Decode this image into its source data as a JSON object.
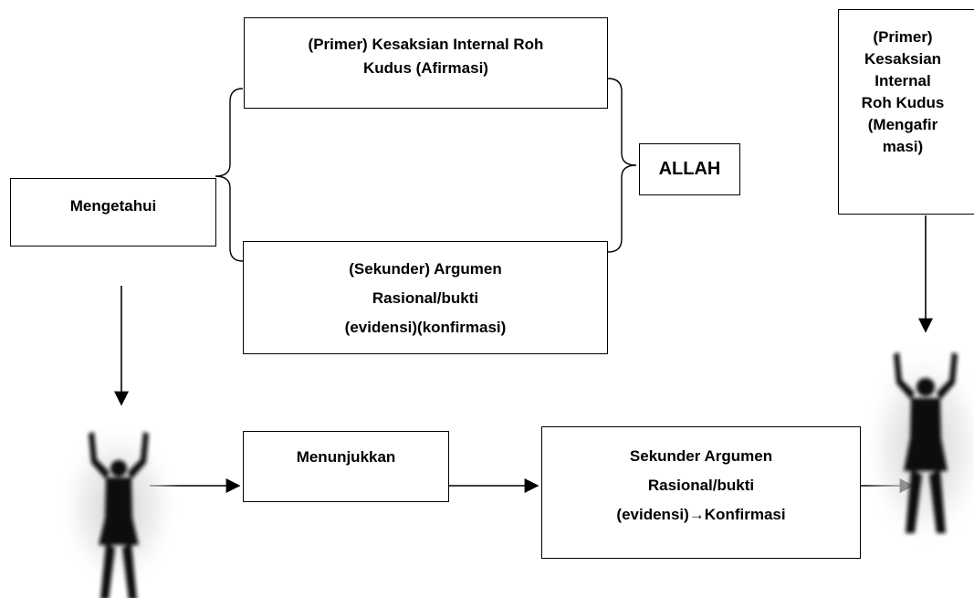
{
  "nodes": {
    "primary_top": [
      "(Primer) Kesaksian Internal Roh",
      "Kudus (Afirmasi)"
    ],
    "mengetahui": "Mengetahui",
    "allah": "ALLAH",
    "sekunder": [
      "(Sekunder) Argumen",
      "Rasional/bukti",
      "(evidensi)(konfirmasi)"
    ],
    "primary_right": [
      "(Primer)",
      "Kesaksian",
      "Internal",
      "Roh Kudus",
      "(Mengafir",
      "masi)"
    ],
    "menunjukkan": "Menunjukkan",
    "konfirmasi": [
      "Sekunder Argumen",
      "Rasional/bukti",
      "(evidensi)→Konfirmasi"
    ]
  },
  "icons": [
    "person-arms-raised-icon",
    "person-arms-raised-icon"
  ]
}
